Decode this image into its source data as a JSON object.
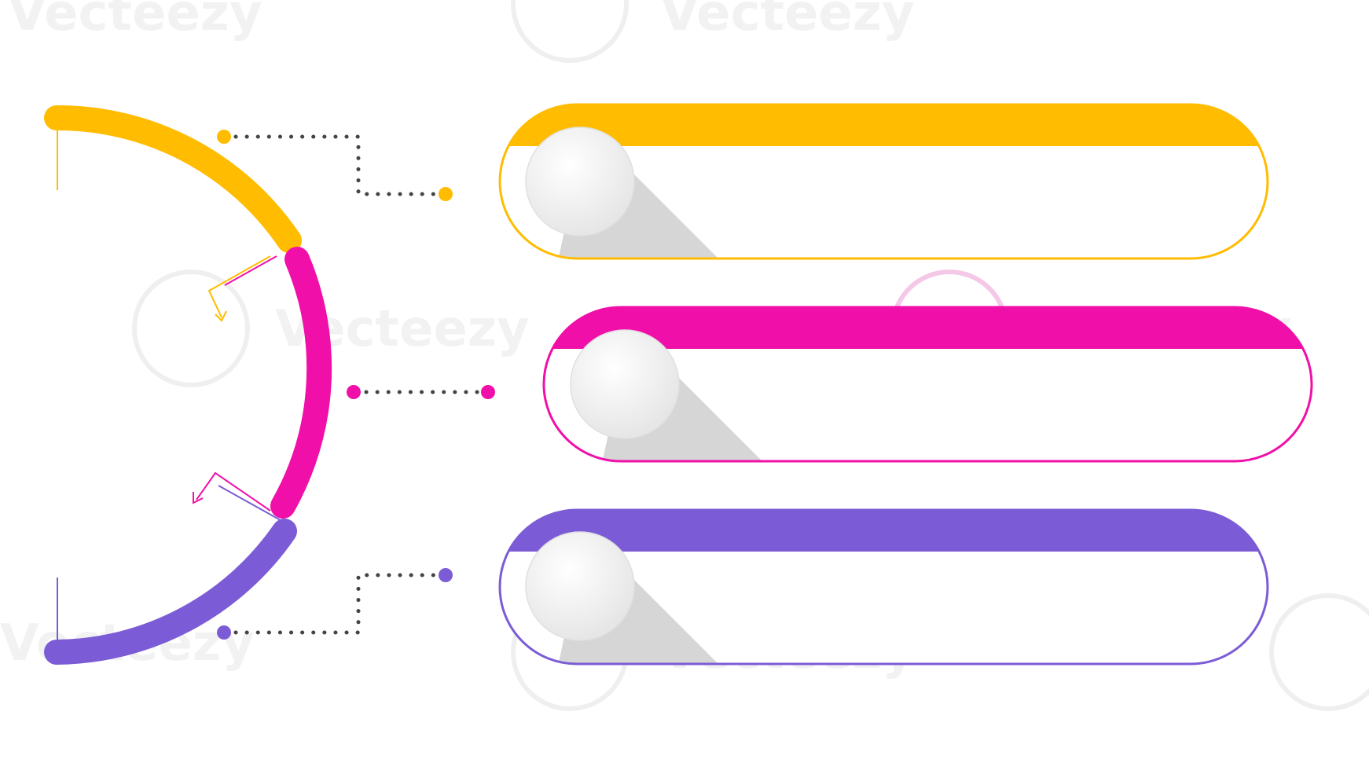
{
  "watermark": {
    "text": "Vecteezy"
  },
  "colors": {
    "yellow": "#FFBC00",
    "magenta": "#F00FA8",
    "purple": "#7B5CD6",
    "connector": "#444444",
    "circle_fill": "#F5F5F5",
    "shadow": "#D6D6D6"
  },
  "steps": [
    {
      "id": "step-1",
      "color": "yellow"
    },
    {
      "id": "step-2",
      "color": "magenta"
    },
    {
      "id": "step-3",
      "color": "purple"
    }
  ]
}
